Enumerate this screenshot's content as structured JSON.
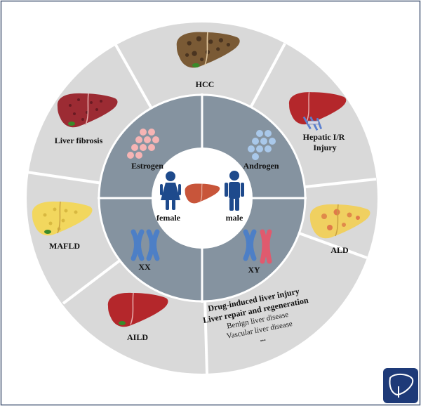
{
  "outer_segments": [
    {
      "label": "HCC"
    },
    {
      "label_lines": [
        "Hepatic I/R",
        "Injury"
      ]
    },
    {
      "label": "ALD"
    },
    {
      "label_lines": [
        "Drug-induced liver injury",
        "Liver repair and regeneration",
        "Benign liver disease",
        "Vascular liver disease",
        "..."
      ]
    },
    {
      "label": "AILD"
    },
    {
      "label": "MAFLD"
    },
    {
      "label": "Liver fibrosis"
    }
  ],
  "inner_quadrants": {
    "top_left": "Estrogen",
    "top_right": "Androgen",
    "bottom_left": "XX",
    "bottom_right": "XY"
  },
  "center": {
    "female_label": "female",
    "male_label": "male"
  },
  "colors": {
    "outer_ring": "#d9d9d9",
    "inner_ring": "#8593a0",
    "center": "#ffffff",
    "person": "#1e4a8c",
    "estrogen_dots": "#f6b4b4",
    "androgen_dots": "#a9c8ea",
    "x_chromosome": "#4d7fc6",
    "y_chromosome": "#e05a6e",
    "liver_red": "#a92a2a",
    "liver_yellow": "#f2d75e",
    "liver_brown": "#7a5a35"
  },
  "icons": [
    "hcc-liver-icon",
    "ir-liver-icon",
    "ald-liver-icon",
    "aild-liver-icon",
    "mafld-liver-icon",
    "fibrosis-liver-icon",
    "center-liver-icon",
    "female-icon",
    "male-icon",
    "journal-logo-icon"
  ]
}
